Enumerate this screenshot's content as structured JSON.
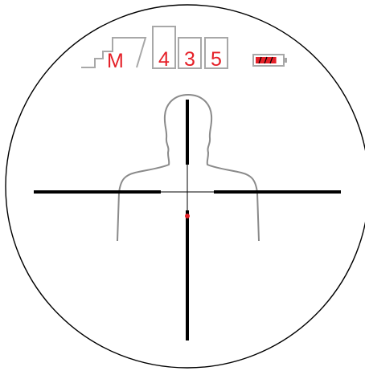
{
  "colors": {
    "reticle": "#000000",
    "display_red": "#e52028",
    "display_frame": "#a8a8a8",
    "silhouette": "#8a8a8a",
    "background": "#ffffff"
  },
  "hud": {
    "mode_label": "M",
    "mode_icon": "stairs-icon",
    "distance_digits": [
      "4",
      "3",
      "5"
    ],
    "battery_icon": "battery-icon",
    "battery_level": 0.8
  },
  "reticle": {
    "type": "crosshair",
    "center_dot": true
  },
  "target": {
    "icon": "human-silhouette-icon"
  }
}
